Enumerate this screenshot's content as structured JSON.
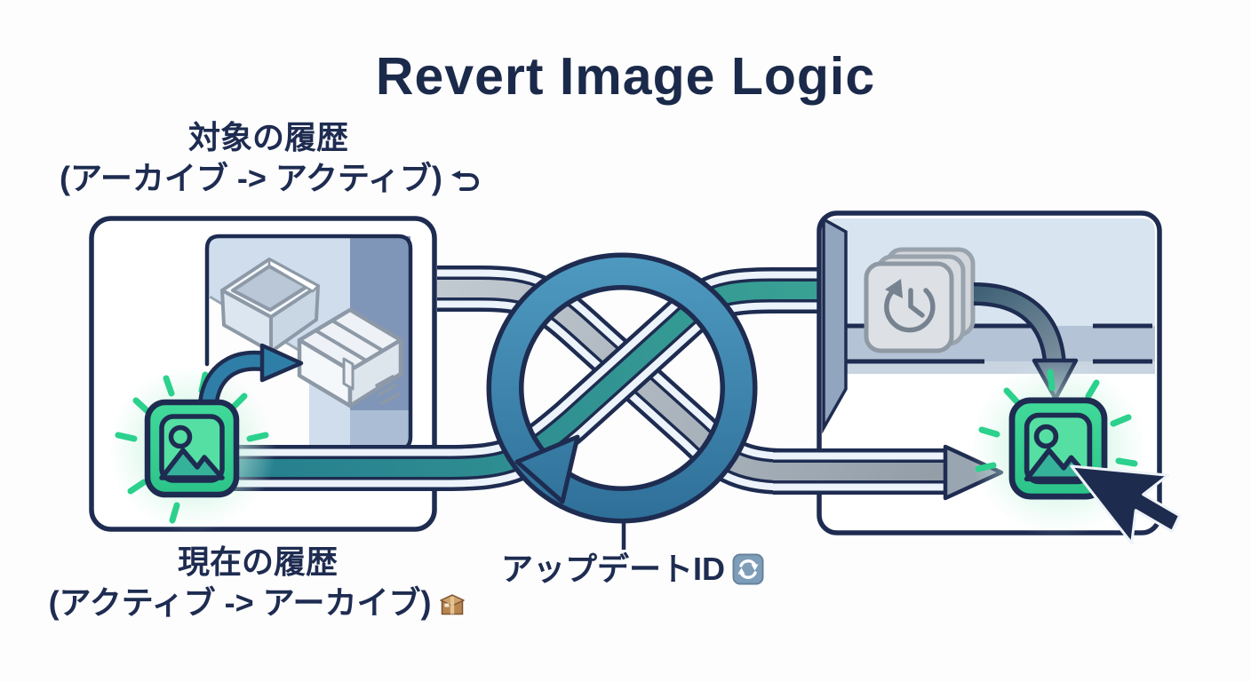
{
  "title": "Revert Image Logic",
  "labels": {
    "target_history": {
      "line1": "対象の履歴",
      "line2": "(アーカイブ -> アクティブ)",
      "icon": "undo-icon"
    },
    "current_history": {
      "line1": "現在の履歴",
      "line2": "(アクティブ -> アーカイブ)",
      "icon": "package-icon"
    },
    "update_id": {
      "text": "アップデートID",
      "icon": "repeat-icon"
    }
  },
  "colors": {
    "navy_outline": "#1e2c51",
    "title_text": "#1b2a4a",
    "swap_ring_blue": "#3c83ad",
    "ribbon_teal": "#2c8e96",
    "ribbon_gray": "#9aa5b0",
    "stripe_light": "#ecf3fa",
    "panel_inner_blue": "#cfdded",
    "panel_inner_blue_dark": "#8096b8",
    "right_header_blue": "#d9e4f1",
    "image_icon_green": "#3bd494",
    "glow_ray_green": "#2bd18c",
    "box_illustration_gray": "#8d99a6"
  }
}
